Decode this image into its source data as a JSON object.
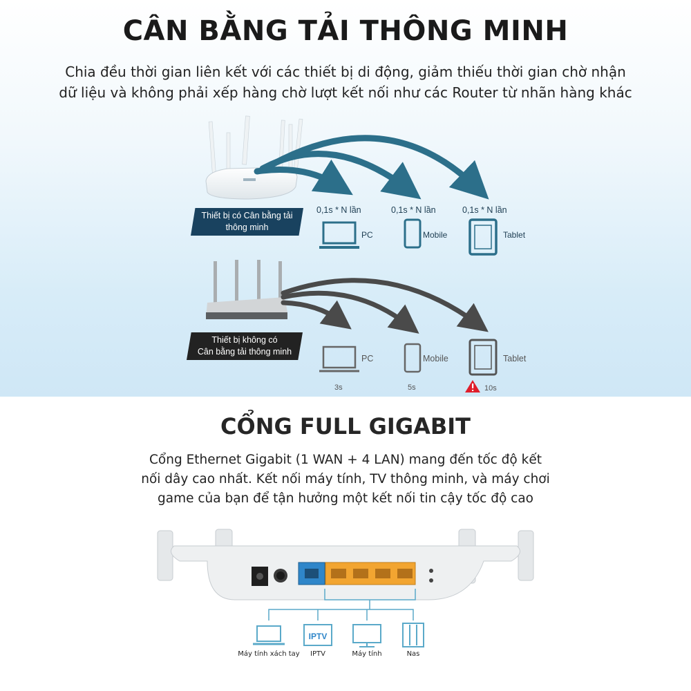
{
  "section1": {
    "title": "CÂN BẰNG TẢI THÔNG MINH",
    "subtitle_line1": "Chia đều thời gian liên kết với các thiết bị di động, giảm thiếu thời gian chờ nhận",
    "subtitle_line2": "dữ liệu và không phải xếp hàng chờ lượt kết nối như các Router từ nhãn hàng khác",
    "smart": {
      "label_line1": "Thiết bị có Cân bằng tải",
      "label_line2": "thông minh",
      "times": [
        "0,1s * N lần",
        "0,1s * N lần",
        "0,1s * N lần"
      ],
      "devices": [
        "PC",
        "Mobile",
        "Tablet"
      ]
    },
    "plain": {
      "label_line1": "Thiết bị không có",
      "label_line2": "Cân bằng tải thông minh",
      "devices": [
        "PC",
        "Mobile",
        "Tablet"
      ],
      "times": [
        "3s",
        "5s",
        "10s"
      ]
    },
    "colors": {
      "accent": "#2c6f8a",
      "dark": "#4a4a4a",
      "warning": "#e01e2b"
    }
  },
  "section2": {
    "title": "CỔNG FULL GIGABIT",
    "desc_line1": "Cổng Ethernet Gigabit (1 WAN + 4 LAN) mang đến tốc độ kết",
    "desc_line2": "nối dây cao nhất. Kết nối máy tính, TV thông minh, và máy chơi",
    "desc_line3": "game của bạn để tận hưởng một kết nối tin cậy tốc độ cao",
    "devices": [
      "Máy tính xách tay",
      "IPTV",
      "Máy tính",
      "Nas"
    ],
    "iptv_icon_text": "IPTV",
    "colors": {
      "wan": "#2f86c9",
      "lan": "#f2a531",
      "line": "#5aa9c9"
    }
  }
}
